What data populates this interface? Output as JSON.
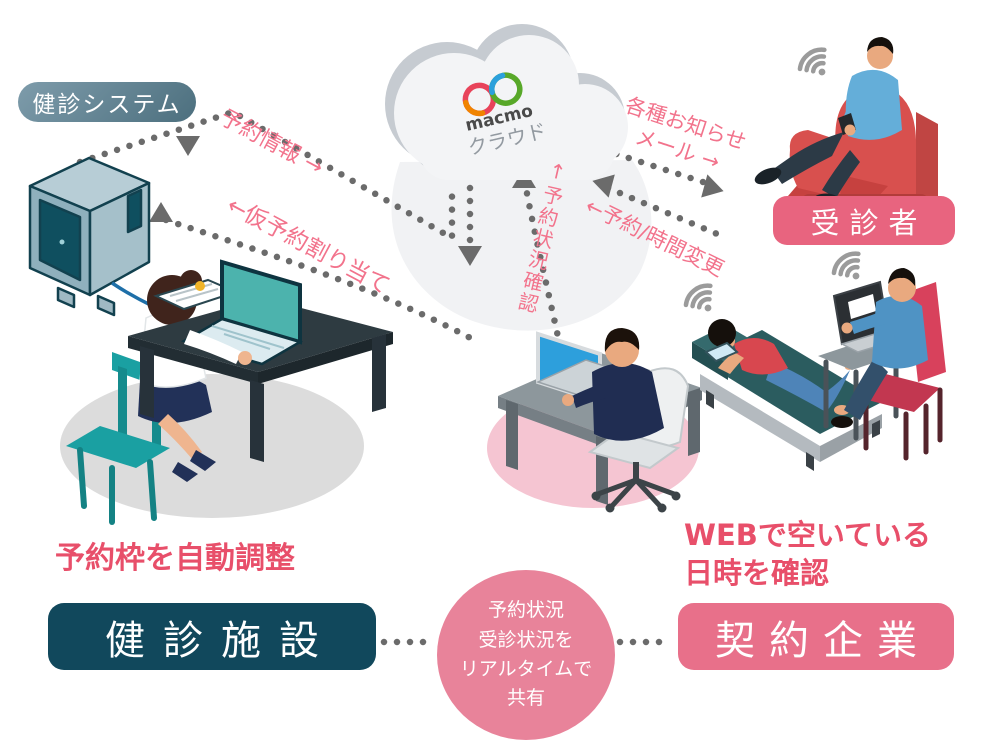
{
  "cloud": {
    "logo_text": "macmo",
    "label": "クラウド"
  },
  "badges": {
    "system": "健診システム",
    "patient": "受診者",
    "facility": "健診施設",
    "company": "契約企業"
  },
  "flow_labels": {
    "reservation_info": "予約情報 →",
    "provisional_assignment": "←仮予約割り当て",
    "reservation_status_check": "↑予約状況確認",
    "notice_line1": "各種お知らせ",
    "notice_line2": "メール →",
    "reservation_time_change": "←予約/時間変更"
  },
  "headings": {
    "facility_note": "予約枠を自動調整",
    "company_note_line1": "WEBで空いている",
    "company_note_line2": "日時を確認"
  },
  "share_circle": {
    "line1": "予約状況",
    "line2": "受診状況を",
    "line3": "リアルタイムで",
    "line4": "共有"
  },
  "icons": {
    "cloud": "cloud-icon",
    "server": "server-icon",
    "wifi": "wifi-icon"
  },
  "colors": {
    "pink_badge": "#e8647f",
    "pink_label": "#f2738c",
    "pink_heading": "#e84f6a",
    "pink_circle": "#e8849a",
    "pink_ellipse": "#f5c5d2",
    "teal_dark": "#11485c",
    "teal_chair": "#1aa0a2",
    "slate_badge": "#5c8192",
    "dot_gray": "#6b6b6b",
    "red_armchair": "#d8504e"
  }
}
